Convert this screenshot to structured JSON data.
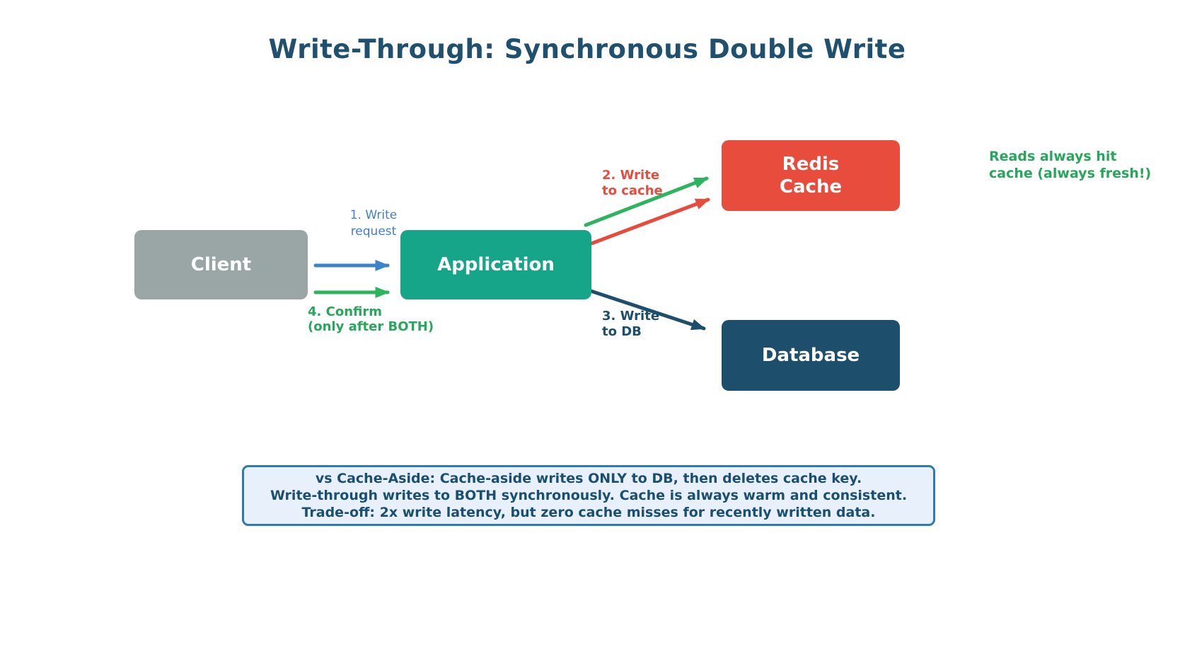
{
  "title": {
    "text": "Write-Through: Synchronous Double Write"
  },
  "colors": {
    "title_text": "#1f506f",
    "client_box": "#9aa5a6",
    "application_box": "#17a589",
    "redis_box": "#e74c3c",
    "database_box": "#1d4e6b",
    "node_label": "#ffffff",
    "arrow_blue": "#3a85c6",
    "arrow_green": "#2eb45e",
    "arrow_red": "#e64b3c",
    "arrow_dark": "#1d4e6b",
    "label_blue": "#4180cf",
    "label_green": "#28a65c",
    "label_red": "#e74c3c",
    "label_dark": "#1d4e6b",
    "callout_bg": "#e8f1fb",
    "callout_border": "#2e7ab5",
    "callout_text": "#1b4f72",
    "background": "#ffffff"
  },
  "nodes": {
    "client": {
      "label": "Client"
    },
    "application": {
      "label": "Application"
    },
    "redis": {
      "lines": [
        "Redis",
        "Cache"
      ]
    },
    "database": {
      "label": "Database"
    }
  },
  "arrow_labels": {
    "write_request": {
      "lines": [
        "1. Write",
        "request"
      ]
    },
    "write_cache": {
      "lines": [
        "2. Write",
        "to cache"
      ]
    },
    "write_db": {
      "lines": [
        "3. Write",
        "to DB"
      ]
    },
    "confirm": {
      "lines": [
        "4. Confirm",
        "(only after BOTH)"
      ]
    }
  },
  "side_note": {
    "lines": [
      "Reads always hit",
      "cache (always fresh!)"
    ]
  },
  "callout": {
    "lines": [
      "vs Cache-Aside: Cache-aside writes ONLY to DB, then deletes cache key.",
      "Write-through writes to BOTH synchronously. Cache is always warm and consistent.",
      "Trade-off: 2x write latency, but zero cache misses for recently written data."
    ]
  }
}
